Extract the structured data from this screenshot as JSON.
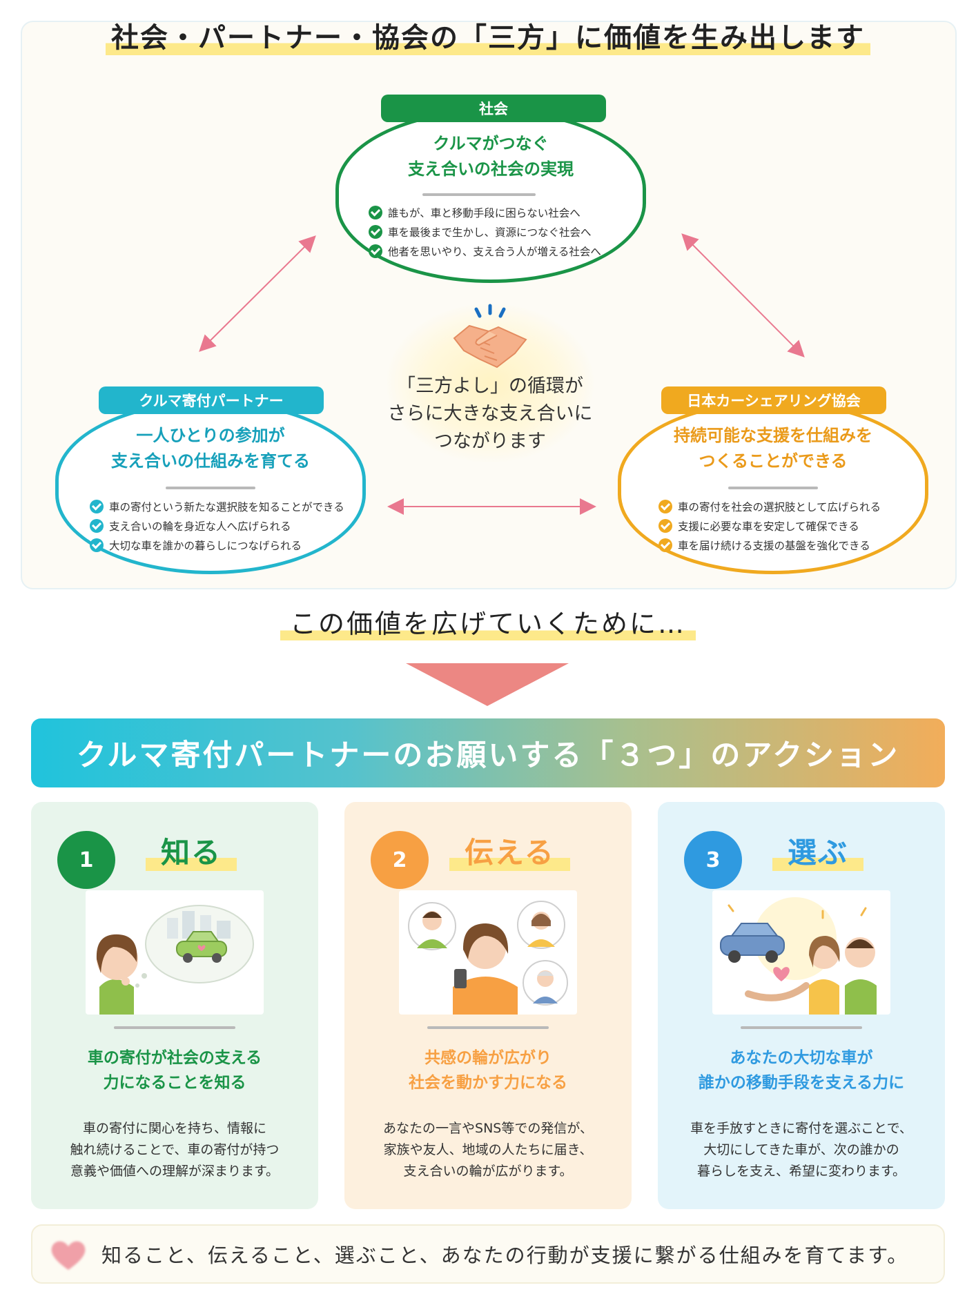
{
  "top": {
    "title": "社会・パートナー・協会の「三方」に価値を生み出します",
    "society": {
      "label": "社会",
      "heading_line1": "クルマがつなぐ",
      "heading_line2": "支え合いの社会の実現",
      "items": [
        "誰もが、車と移動手段に困らない社会へ",
        "車を最後まで生かし、資源につなぐ社会へ",
        "他者を思いやり、支え合う人が増える社会へ"
      ],
      "color": "#1a9447"
    },
    "partner": {
      "label": "クルマ寄付パートナー",
      "heading_line1": "一人ひとりの参加が",
      "heading_line2": "支え合いの仕組みを育てる",
      "items": [
        "車の寄付という新たな選択肢を知ることができる",
        "支え合いの輪を身近な人へ広げられる",
        "大切な車を誰かの暮らしにつなげられる"
      ],
      "color": "#22b5cc"
    },
    "association": {
      "label": "日本カーシェアリング協会",
      "heading_line1": "持続可能な支援を仕組みを",
      "heading_line2": "つくることができる",
      "items": [
        "車の寄付を社会の選択肢として広げられる",
        "支援に必要な車を安定して確保できる",
        "車を届け続ける支援の基盤を強化できる"
      ],
      "color": "#f0a91f"
    },
    "center": {
      "line1": "「三方よし」の循環が",
      "line2": "さらに大きな支え合いに",
      "line3": "つながります",
      "icon": "handshake-icon"
    },
    "arrow_color": "#e9788f"
  },
  "middle": {
    "text": "この価値を広げていくために…",
    "arrow_color": "#ec8783"
  },
  "banner": {
    "title": "クルマ寄付パートナーのお願いする「３つ」のアクション"
  },
  "actions": [
    {
      "number": "1",
      "title": "知る",
      "heading_line1": "車の寄付が社会の支える",
      "heading_line2": "力になることを知る",
      "body_line1": "車の寄付に関心を持ち、情報に",
      "body_line2": "触れ続けることで、車の寄付が持つ",
      "body_line3": "意義や価値への理解が深まります。",
      "color": "#1a9447",
      "bg": "#e8f5ec"
    },
    {
      "number": "2",
      "title": "伝える",
      "heading_line1": "共感の輪が広がり",
      "heading_line2": "社会を動かす力になる",
      "body_line1": "あなたの一言やSNS等での発信が、",
      "body_line2": "家族や友人、地域の人たちに届き、",
      "body_line3": "支え合いの輪が広がります。",
      "color": "#f7a043",
      "bg": "#fdf0de"
    },
    {
      "number": "3",
      "title": "選ぶ",
      "heading_line1": "あなたの大切な車が",
      "heading_line2": "誰かの移動手段を支える力に",
      "body_line1": "車を手放すときに寄付を選ぶことで、",
      "body_line2": "大切にしてきた車が、次の誰かの",
      "body_line3": "暮らしを支え、希望に変わります。",
      "color": "#2f9ae0",
      "bg": "#e3f4fa"
    }
  ],
  "footer": {
    "text": "知ること、伝えること、選ぶこと、あなたの行動が支援に繋がる仕組みを育てます。",
    "icon": "heart-icon"
  }
}
